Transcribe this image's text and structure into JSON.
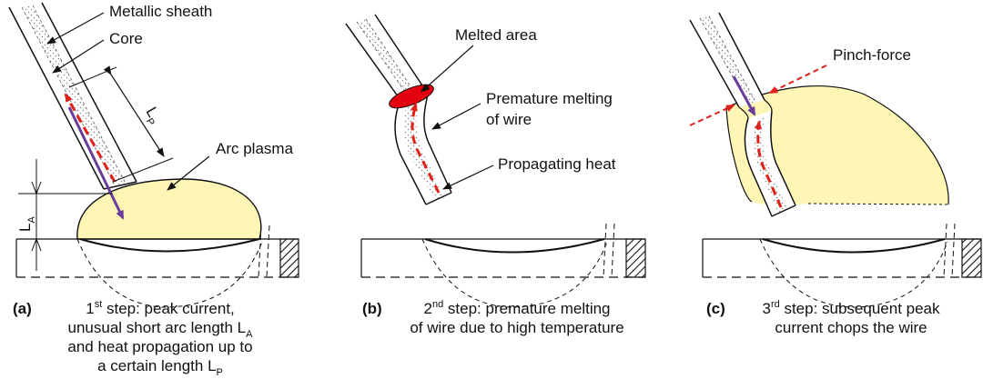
{
  "panel_a": {
    "label_sheath": "Metallic sheath",
    "label_core": "Core",
    "label_lp": "L",
    "label_lp_sub": "P",
    "label_arc": "Arc plasma",
    "label_la": "L",
    "label_la_sub": "A",
    "caption_letter": "(a)",
    "caption_l1_pre": "1",
    "caption_l1_sup": "st",
    "caption_l1_post": " step: peak current,",
    "caption_l2_pre": "unusual short arc length L",
    "caption_l2_sub": "A",
    "caption_l3": "and heat propagation up to",
    "caption_l4_pre": "a certain length L",
    "caption_l4_sub": "P"
  },
  "panel_b": {
    "label_melted": "Melted area",
    "label_premature_1": "Premature melting",
    "label_premature_2": "of wire",
    "label_heat": "Propagating heat",
    "caption_letter": "(b)",
    "caption_l1_pre": "2",
    "caption_l1_sup": "nd",
    "caption_l1_post": " step: premature melting",
    "caption_l2": "of wire due to high temperature"
  },
  "panel_c": {
    "label_pinch": "Pinch-force",
    "caption_letter": "(c)",
    "caption_l1_pre": "3",
    "caption_l1_sup": "rd",
    "caption_l1_post": " step: subsequent peak",
    "caption_l2": "current chops the wire"
  },
  "colors": {
    "arc_plasma": "#fdf6b4",
    "heat_arrow": "#e0201b",
    "current_arrow": "#6a3d9a",
    "melted_area": "#e3000f",
    "core_dots": "#8a8a8a"
  }
}
